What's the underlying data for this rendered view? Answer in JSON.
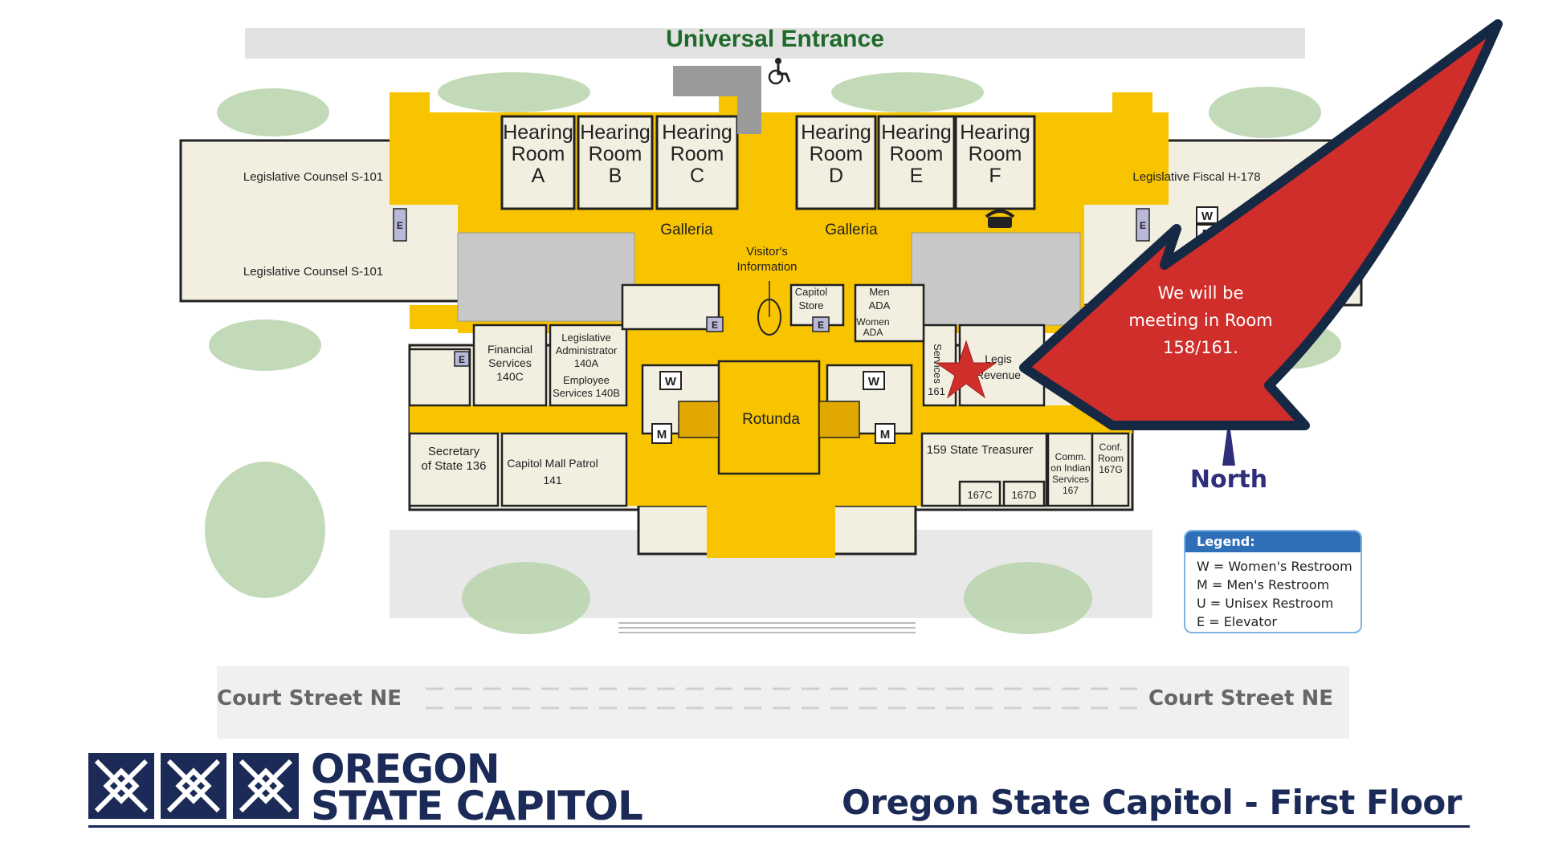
{
  "map": {
    "entrance_label": "Universal Entrance",
    "hearing_rooms": [
      {
        "line1": "Hearing",
        "line2": "Room",
        "letter": "A"
      },
      {
        "line1": "Hearing",
        "line2": "Room",
        "letter": "B"
      },
      {
        "line1": "Hearing",
        "line2": "Room",
        "letter": "C"
      },
      {
        "line1": "Hearing",
        "line2": "Room",
        "letter": "D"
      },
      {
        "line1": "Hearing",
        "line2": "Room",
        "letter": "E"
      },
      {
        "line1": "Hearing",
        "line2": "Room",
        "letter": "F"
      }
    ],
    "rooms": {
      "leg_counsel_top": "Legislative Counsel S-101",
      "leg_counsel_bottom": "Legislative Counsel S-101",
      "leg_fiscal": "Legislative Fiscal H-178",
      "galleria_left": "Galleria",
      "galleria_right": "Galleria",
      "visitor_info_1": "Visitor's",
      "visitor_info_2": "Information",
      "capitol_store_1": "Capitol",
      "capitol_store_2": "Store",
      "men_ada_1": "Men",
      "men_ada_2": "ADA",
      "women_ada_1": "Women",
      "women_ada_2": "ADA",
      "financial_1": "Financial",
      "financial_2": "Services",
      "financial_3": "140C",
      "leg_admin_1": "Legislative",
      "leg_admin_2": "Administrator",
      "leg_admin_3": "140A",
      "emp_services_1": "Employee",
      "emp_services_2": "Services 140B",
      "rotunda": "Rotunda",
      "sec_state_1": "Secretary",
      "sec_state_2": "of State 136",
      "mall_patrol_1": "Capitol Mall Patrol",
      "mall_patrol_2": "141",
      "state_treasurer": "159 State Treasurer",
      "comm_indian_1": "Comm.",
      "comm_indian_2": "on Indian",
      "comm_indian_3": "Services",
      "comm_indian_4": "167",
      "conf_room_1": "Conf.",
      "conf_room_2": "Room",
      "conf_room_3": "167G",
      "room_167c": "167C",
      "room_167d": "167D",
      "services_161_a": "Services",
      "services_161_b": "161",
      "revenue_a": "Legis",
      "revenue_b": "Revenue"
    },
    "markers": {
      "women": "W",
      "men": "M",
      "unisex": "U",
      "elevator": "E"
    },
    "north_label": "North",
    "streets": {
      "left": "Court Street NE",
      "right": "Court Street NE"
    }
  },
  "callout": {
    "line1": "We will be",
    "line2": "meeting in Room",
    "line3": "158/161."
  },
  "legend": {
    "title": "Legend:",
    "items": [
      "W = Women's Restroom",
      "M = Men's Restroom",
      "U = Unisex Restroom",
      "E = Elevator"
    ]
  },
  "footer": {
    "logo_line1": "OREGON",
    "logo_line2": "STATE CAPITOL",
    "title": "Oregon State Capitol - First Floor"
  },
  "colors": {
    "hallway": "#f8c400",
    "room": "#f2efe0",
    "courtyard": "#c8c8c8",
    "tree": "#b9d3ab",
    "arrow": "#cf2e2b",
    "arrow_outline": "#152844",
    "navy": "#1b2a57",
    "entrance_green": "#1f6a2a",
    "star": "#cf2e2b"
  },
  "icons": [
    "wheelchair-icon",
    "star-icon",
    "north-arrow-icon",
    "phone-icon",
    "oregon-logo-icon"
  ]
}
